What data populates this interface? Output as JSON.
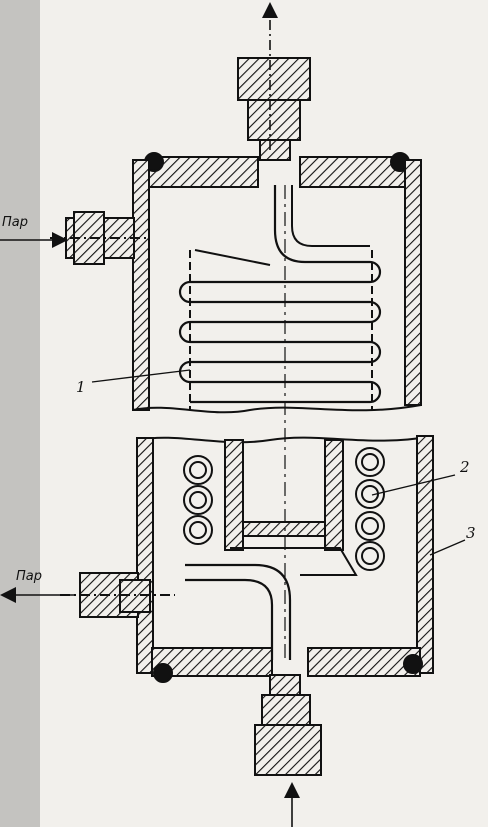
{
  "labels": {
    "steam_in": "Пар",
    "steam_out": "Пар",
    "callout_1": "1",
    "callout_2": "2",
    "callout_3": "3"
  },
  "colors": {
    "ink": "#111111",
    "paper": "#f2f0ec",
    "shadow": "#3a3a3a"
  }
}
